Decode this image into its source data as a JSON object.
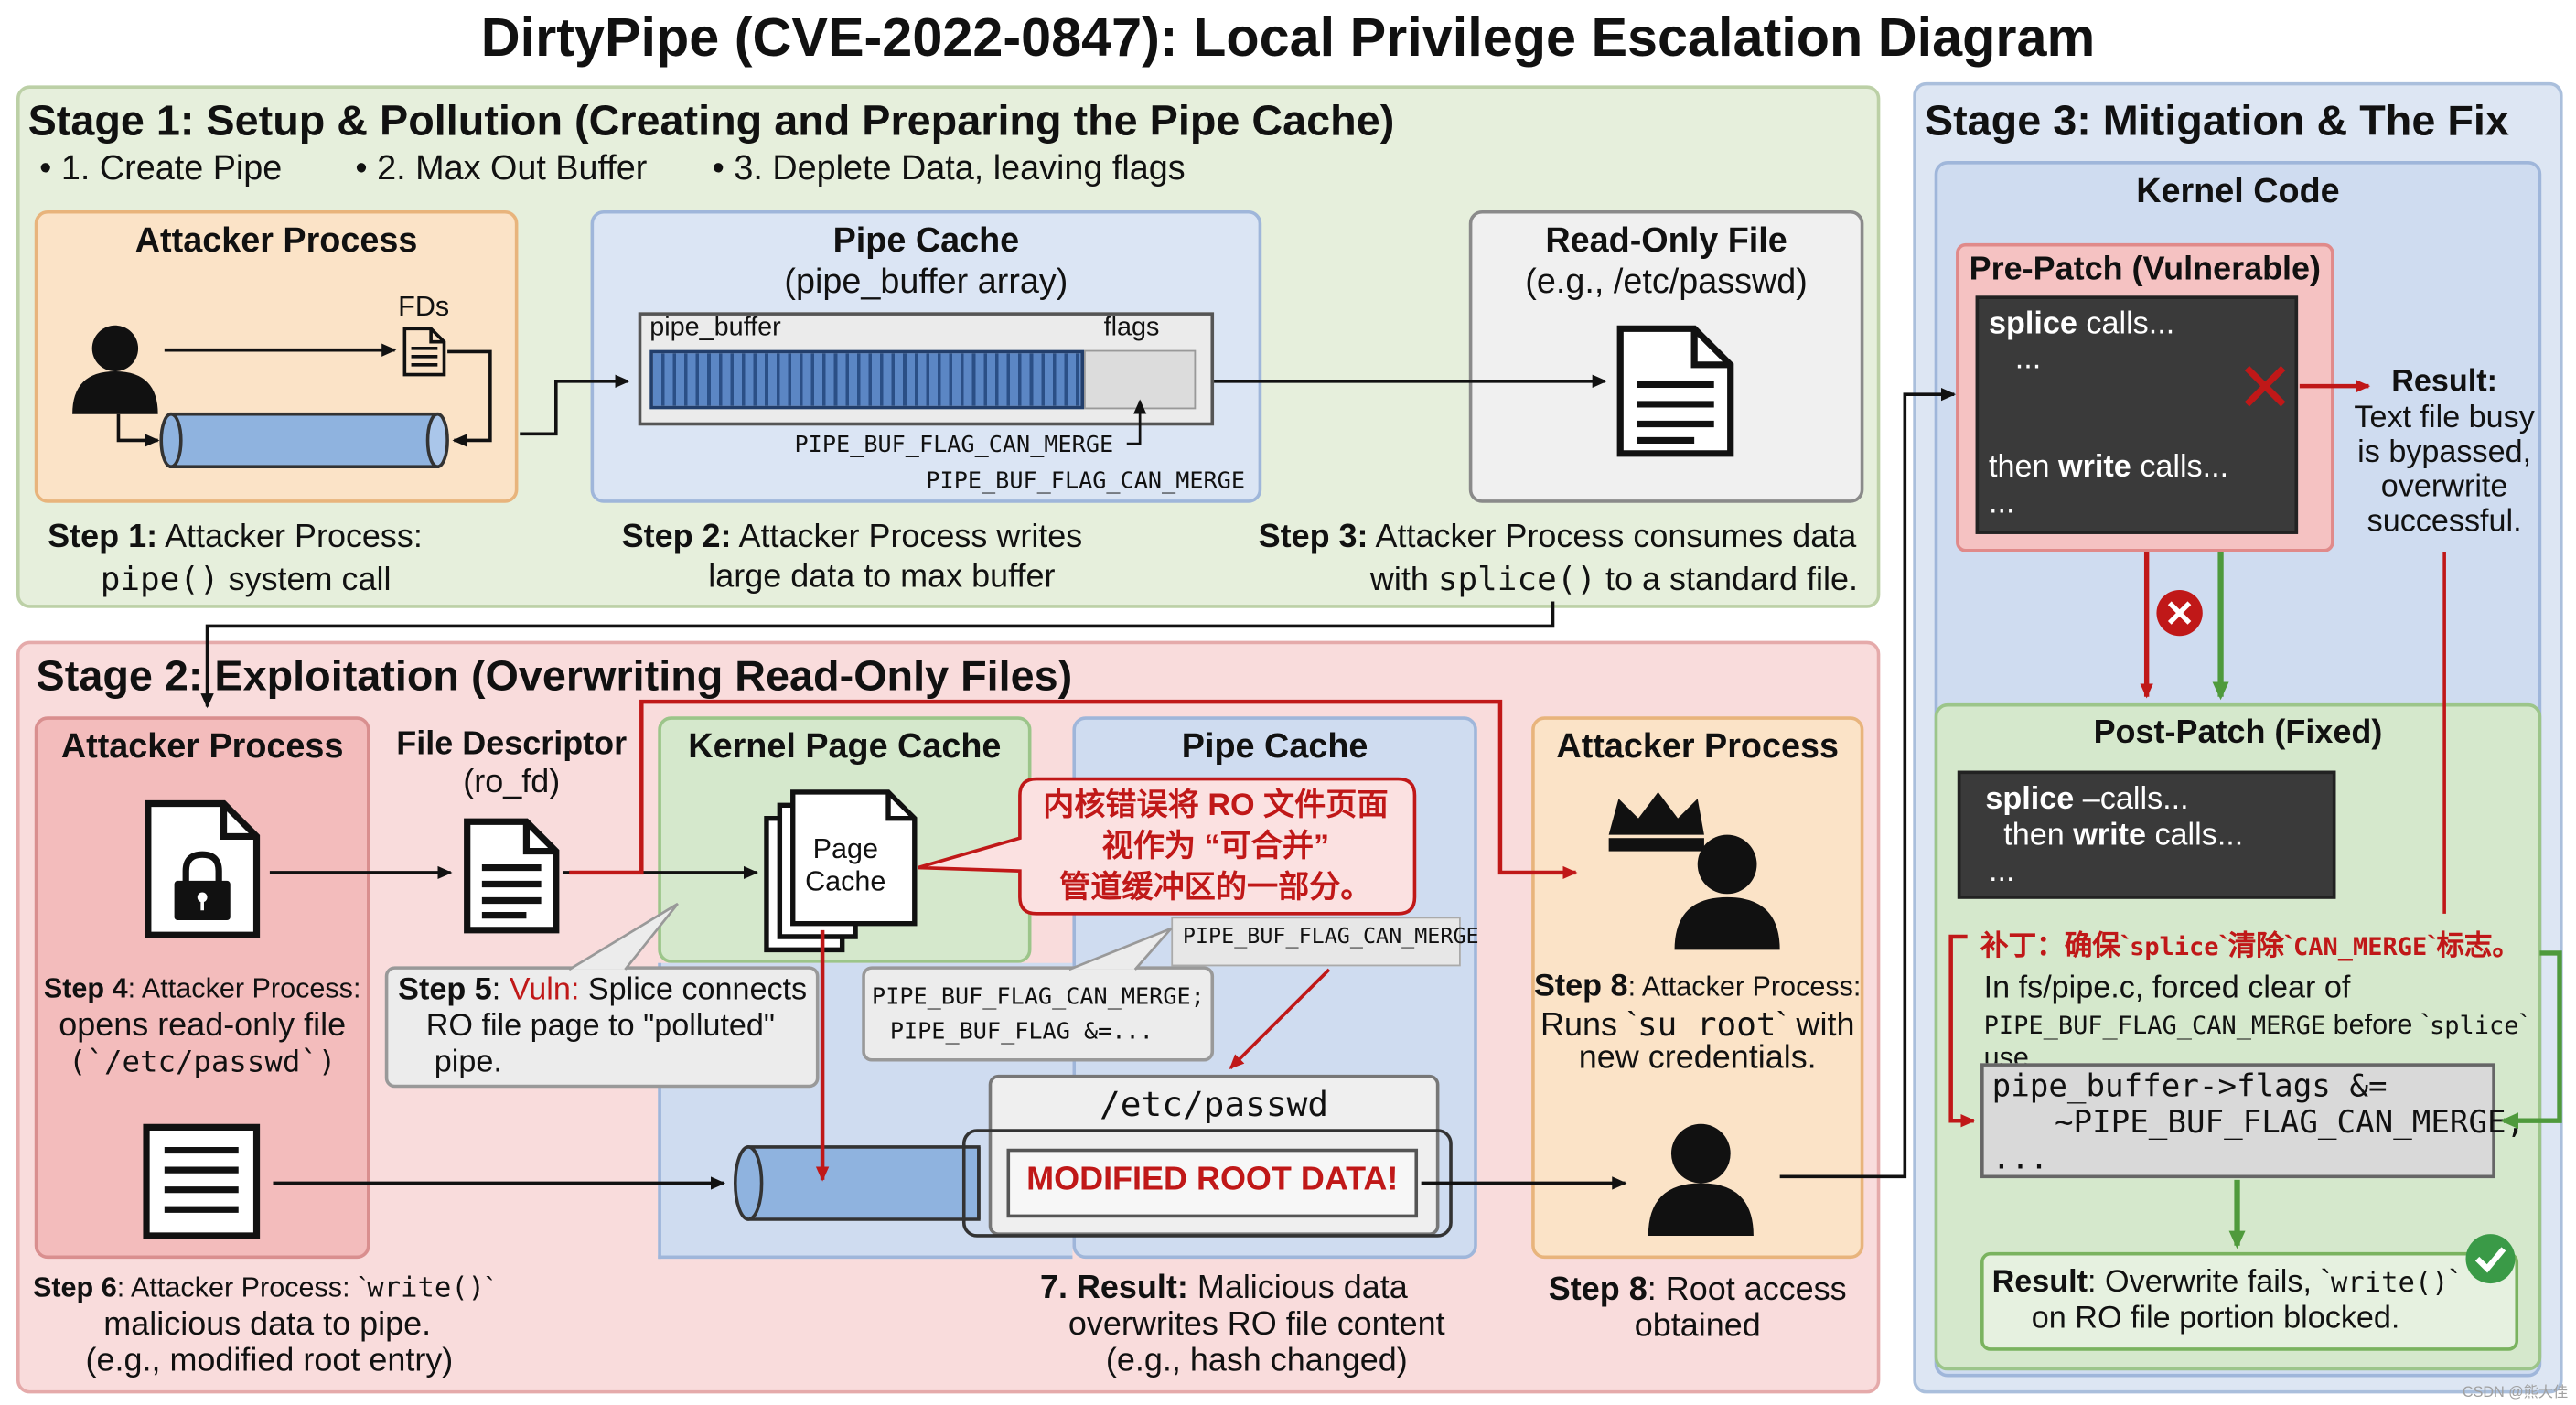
{
  "title": "DirtyPipe (CVE-2022-0847): Local Privilege Escalation Diagram",
  "stage1": {
    "heading": "Stage 1: Setup & Pollution (Creating and Preparing the Pipe Cache)",
    "bullets": [
      "1. Create Pipe",
      "2. Max Out Buffer",
      "3. Deplete Data, leaving flags"
    ],
    "attacker_title": "Attacker Process",
    "fds_label": "FDs",
    "pipe_cache_title": "Pipe Cache",
    "pipe_cache_sub": "(pipe_buffer array)",
    "pipe_buffer_label": "pipe_buffer",
    "flags_label": "flags",
    "flag_label_1": "PIPE_BUF_FLAG_CAN_MERGE",
    "flag_label_2": "PIPE_BUF_FLAG_CAN_MERGE",
    "rofile_title": "Read-Only File",
    "rofile_sub": "(e.g., /etc/passwd)",
    "step1_b": "Step 1:",
    "step1_a": " Attacker Process:",
    "step1_code": "pipe()",
    "step1_c": " system call",
    "step2_b": "Step 2:",
    "step2_a": " Attacker Process writes",
    "step2_c": "large data to max buffer",
    "step3_b": "Step 3:",
    "step3_a": " Attacker Process consumes data",
    "step3_c1": "with ",
    "step3_code": "splice()",
    "step3_c2": " to a standard file."
  },
  "stage2": {
    "heading": "Stage 2: Exploitation (Overwriting Read-Only Files)",
    "attacker_title": "Attacker Process",
    "fd_title": "File Descriptor",
    "fd_sub": "(ro_fd)",
    "kpc_title": "Kernel Page Cache",
    "page_cache_l1": "Page",
    "page_cache_l2": "Cache",
    "pipe_cache_title": "Pipe Cache",
    "callout_l1": "内核错误将 RO 文件页面",
    "callout_l2": "视作为 “可合并”",
    "callout_l3": "管道缓冲区的一部分。",
    "flag_tag": "PIPE_BUF_FLAG_CAN_MERGE",
    "flag_box_l1": "PIPE_BUF_FLAG_CAN_MERGE;",
    "flag_box_l2": "PIPE_BUF_FLAG &=...",
    "file_path": "/etc/passwd",
    "modified": "MODIFIED ROOT DATA!",
    "attacker2_title": "Attacker Process",
    "step4_b": "Step 4",
    "step4_a": ": Attacker Process:",
    "step4_c": "opens read-only file",
    "step4_d": "(`/etc/passwd`)",
    "step5_b": "Step 5",
    "step5_sep": ": ",
    "step5_vuln": "Vuln:",
    "step5_a": " Splice connects",
    "step5_c": "RO file page to \"polluted\"",
    "step5_d": "pipe.",
    "step6_b": "Step 6",
    "step6_a": ": Attacker Process: `",
    "step6_code": "write()",
    "step6_tick": "`",
    "step6_c": "malicious data to pipe.",
    "step6_d": "(e.g., modified root entry)",
    "step7_b": "7. Result:",
    "step7_a": " Malicious data",
    "step7_c": "overwrites RO file content",
    "step7_d": "(e.g., hash changed)",
    "step8a_b": "Step 8",
    "step8a_a": ": Attacker Process:",
    "step8a_c1": "Runs `",
    "step8a_code": "su root",
    "step8a_c2": "` with",
    "step8a_d": "new credentials.",
    "step8b_b": "Step 8",
    "step8b_a": ": Root access",
    "step8b_c": "obtained"
  },
  "stage3": {
    "heading": "Stage 3: Mitigation & The Fix",
    "kernel_title": "Kernel Code",
    "pre_title": "Pre-Patch (Vulnerable)",
    "pre_l1_b": "splice",
    "pre_l1_a": " calls...",
    "pre_l2": "...",
    "pre_l3_a": "then ",
    "pre_l3_b": "write",
    "pre_l3_c": " calls...",
    "pre_l4": "...",
    "result_b": "Result:",
    "result_l1": "Text file busy",
    "result_l2": "is bypassed,",
    "result_l3": "overwrite",
    "result_l4": "successful.",
    "post_title": "Post-Patch (Fixed)",
    "post_l1_b": "splice",
    "post_l1_a": " –calls...",
    "post_l2_a": "then ",
    "post_l2_b": "write",
    "post_l2_c": " calls...",
    "post_l3": "...",
    "patch_a": "补丁：确保`",
    "patch_code1": "splice",
    "patch_b": "`清除`",
    "patch_code2": "CAN_MERGE",
    "patch_c": "`标志。",
    "fix_l1": "In fs/pipe.c, forced clear of",
    "fix_code1": "PIPE_BUF_FLAG_CAN_MERGE",
    "fix_mid": " before `",
    "fix_code2": "splice",
    "fix_tick": "`",
    "fix_l3": "use.",
    "code_l1": "pipe_buffer->flags &=",
    "code_l2": "~PIPE_BUF_FLAG_CAN_MERGE;",
    "code_l3": "...",
    "final_b": "Result",
    "final_a": ": Overwrite fails, `",
    "final_code": "write()",
    "final_tick": "`",
    "final_c": "on RO file portion blocked."
  },
  "watermark": "CSDN @熊大佳"
}
